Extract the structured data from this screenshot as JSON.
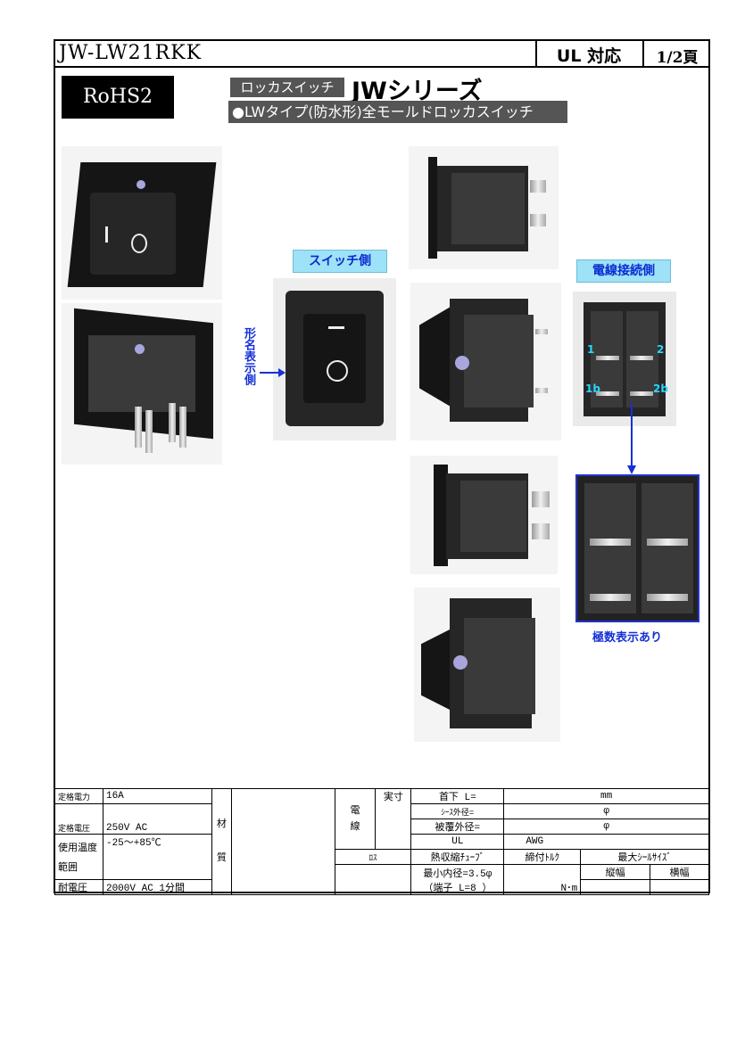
{
  "header": {
    "part_number": "JW-LW21RKK",
    "ul": "UL 対応",
    "page": "1/2頁"
  },
  "rohs": "RoHS2",
  "category_tag": "ロッカスイッチ",
  "series": "JWシリーズ",
  "description": "●LWタイプ(防水形)全モールドロッカスイッチ",
  "captions": {
    "switch_side": "スイッチ側",
    "wire_side": "電線接続側",
    "model_display_side": "形名表示側",
    "polarity_display": "極数表示あり"
  },
  "terminal_labels": [
    "1",
    "2",
    "1b",
    "2b"
  ],
  "spec_table": {
    "rated_current_label": "定格電力",
    "rated_current_value": "16A",
    "rated_voltage_label": "定格電圧",
    "rated_voltage_value": "250V AC",
    "temp_label_1": "使用温度",
    "temp_label_2": "範囲",
    "temp_value": "-25～+85℃",
    "withstand_label": "耐電圧",
    "withstand_value": "2000V AC 1分間",
    "material_1": "材",
    "material_2": "質",
    "wire_1": "電",
    "wire_2": "線",
    "actual": "実寸",
    "strip_label": "首下 L=",
    "strip_unit": "mm",
    "sheath_label": "ｼｰｽ外径=",
    "sheath_unit": "φ",
    "insul_label": "被覆外径=",
    "insul_unit": "φ",
    "ul_label": "UL",
    "awg_label": "AWG",
    "loss_label": "ﾛｽ",
    "heat_shrink_label": "熱収縮ﾁｭｰﾌﾞ",
    "heat_shrink_value_1": "最小内径=3.5φ",
    "heat_shrink_value_2": "（端子 L=8 ）",
    "torque_label": "締付ﾄﾙｸ",
    "torque_unit": "N･m",
    "seal_label": "最大ｼｰﾙｻｲｽﾞ",
    "seal_width": "縦幅",
    "seal_height": "横幅"
  }
}
